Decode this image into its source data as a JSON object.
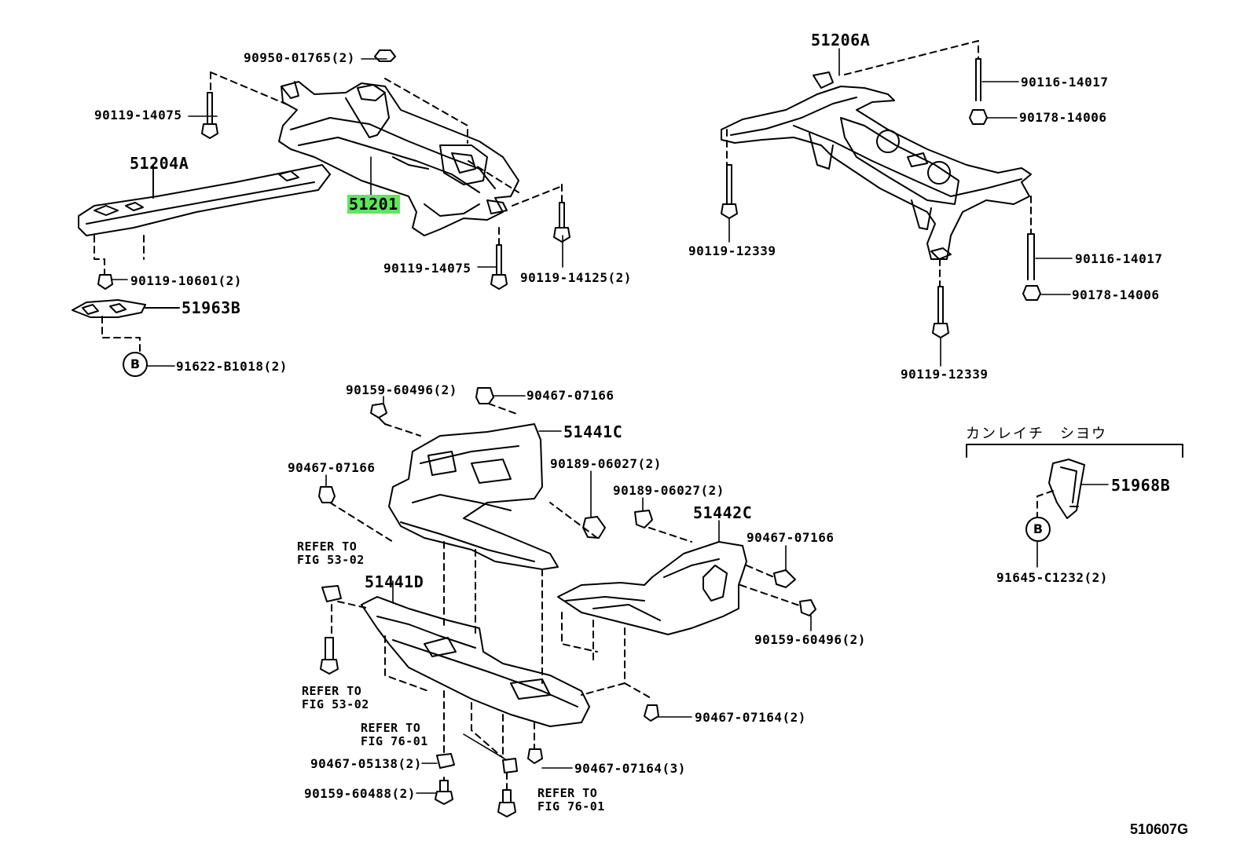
{
  "parts": {
    "p51201": "51201",
    "p51204A": "51204A",
    "p51206A": "51206A",
    "p51963B": "51963B",
    "p51441C": "51441C",
    "p51441D": "51441D",
    "p51442C": "51442C",
    "p51968B": "51968B",
    "n90950_01765": "90950-01765(2)",
    "n90119_14075a": "90119-14075",
    "n90119_14075b": "90119-14075",
    "n90119_14125": "90119-14125(2)",
    "n90119_10601": "90119-10601(2)",
    "n91622_B1018": "91622-B1018(2)",
    "n90116_14017a": "90116-14017",
    "n90178_14006a": "90178-14006",
    "n90119_12339a": "90119-12339",
    "n90116_14017b": "90116-14017",
    "n90178_14006b": "90178-14006",
    "n90119_12339b": "90119-12339",
    "n90159_60496a": "90159-60496(2)",
    "n90467_07166a": "90467-07166",
    "n90467_07166b": "90467-07166",
    "n90189_06027a": "90189-06027(2)",
    "n90189_06027b": "90189-06027(2)",
    "n90467_07166c": "90467-07166",
    "n90159_60496b": "90159-60496(2)",
    "n90467_07164a": "90467-07164(2)",
    "n90467_07164b": "90467-07164(3)",
    "n90467_05138": "90467-05138(2)",
    "n90159_60488": "90159-60488(2)",
    "n91645_C1232": "91645-C1232(2)"
  },
  "refs": {
    "r1": "REFER TO\nFIG 53-02",
    "r2": "REFER TO\nFIG 53-02",
    "r3": "REFER TO\nFIG 76-01",
    "r4": "REFER TO\nFIG 76-01"
  },
  "markers": {
    "b1": "B",
    "b2": "B"
  },
  "japanese_note": "カンレイチ　シヨウ",
  "figure_code": "510607G",
  "highlight_color": "#5ee65e"
}
